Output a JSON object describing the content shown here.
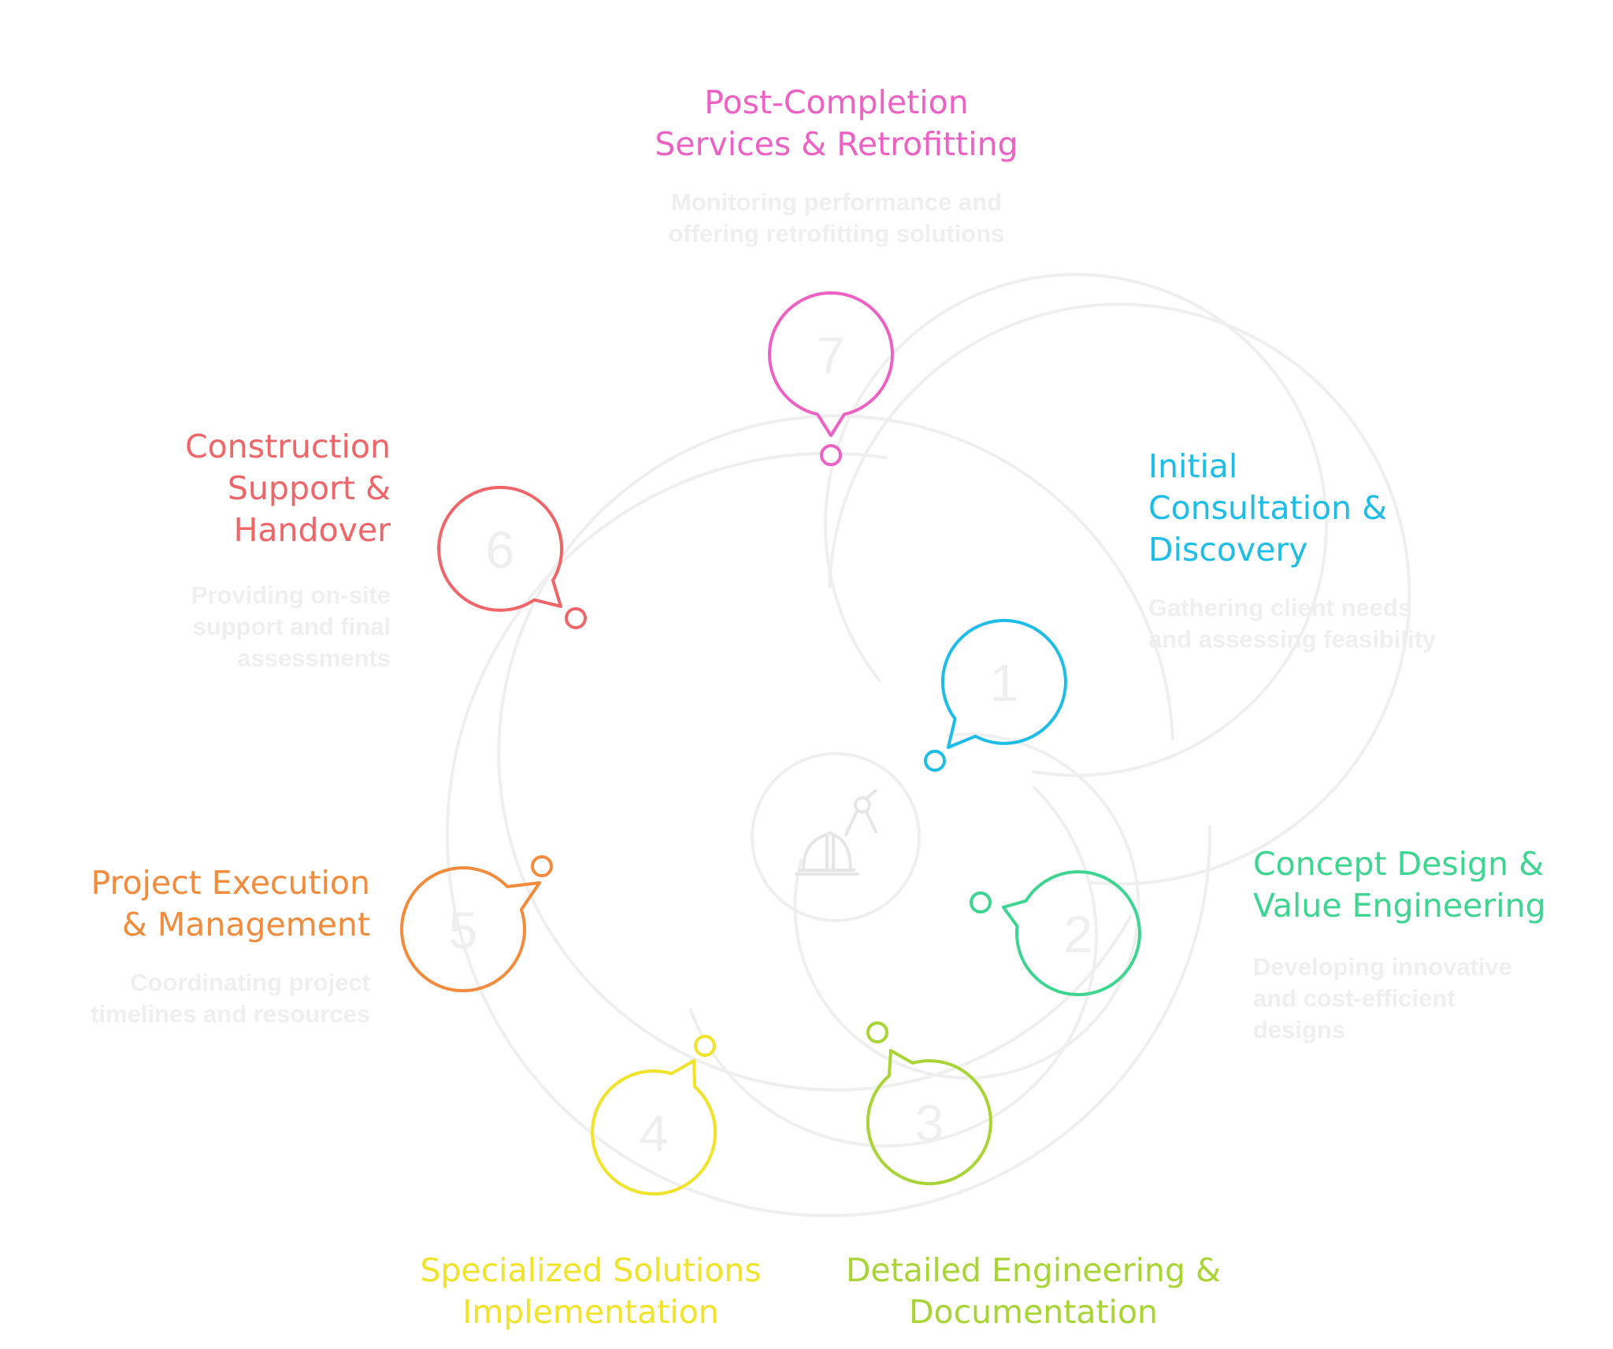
{
  "stages": [
    {
      "number": "1",
      "title_lines": [
        "Initial",
        "Consultation &",
        "Discovery"
      ],
      "description_lines": [
        "Gathering client needs",
        "and assessing feasibility"
      ],
      "color": "#1ebde8"
    },
    {
      "number": "2",
      "title_lines": [
        "Concept Design &",
        "Value Engineering"
      ],
      "description_lines": [
        "Developing innovative",
        "and cost-efficient",
        "designs"
      ],
      "color": "#3ed591"
    },
    {
      "number": "3",
      "title_lines": [
        "Detailed Engineering &",
        "Documentation"
      ],
      "description_lines": [],
      "color": "#a8d436"
    },
    {
      "number": "4",
      "title_lines": [
        "Specialized Solutions",
        "Implementation"
      ],
      "description_lines": [],
      "color": "#f1e22a"
    },
    {
      "number": "5",
      "title_lines": [
        "Project Execution",
        "& Management"
      ],
      "description_lines": [
        "Coordinating project",
        "timelines and resources"
      ],
      "color": "#f28c3c"
    },
    {
      "number": "6",
      "title_lines": [
        "Construction",
        "Support &",
        "Handover"
      ],
      "description_lines": [
        "Providing on-site",
        "support and final",
        "assessments"
      ],
      "color": "#f06567"
    },
    {
      "number": "7",
      "title_lines": [
        "Post-Completion",
        "Services & Retrofitting"
      ],
      "description_lines": [
        "Monitoring performance and",
        "offering retrofitting solutions"
      ],
      "color": "#ed61c5"
    }
  ],
  "center_icon": "hardhat-and-compass-icon",
  "ring_color": "#efefef"
}
